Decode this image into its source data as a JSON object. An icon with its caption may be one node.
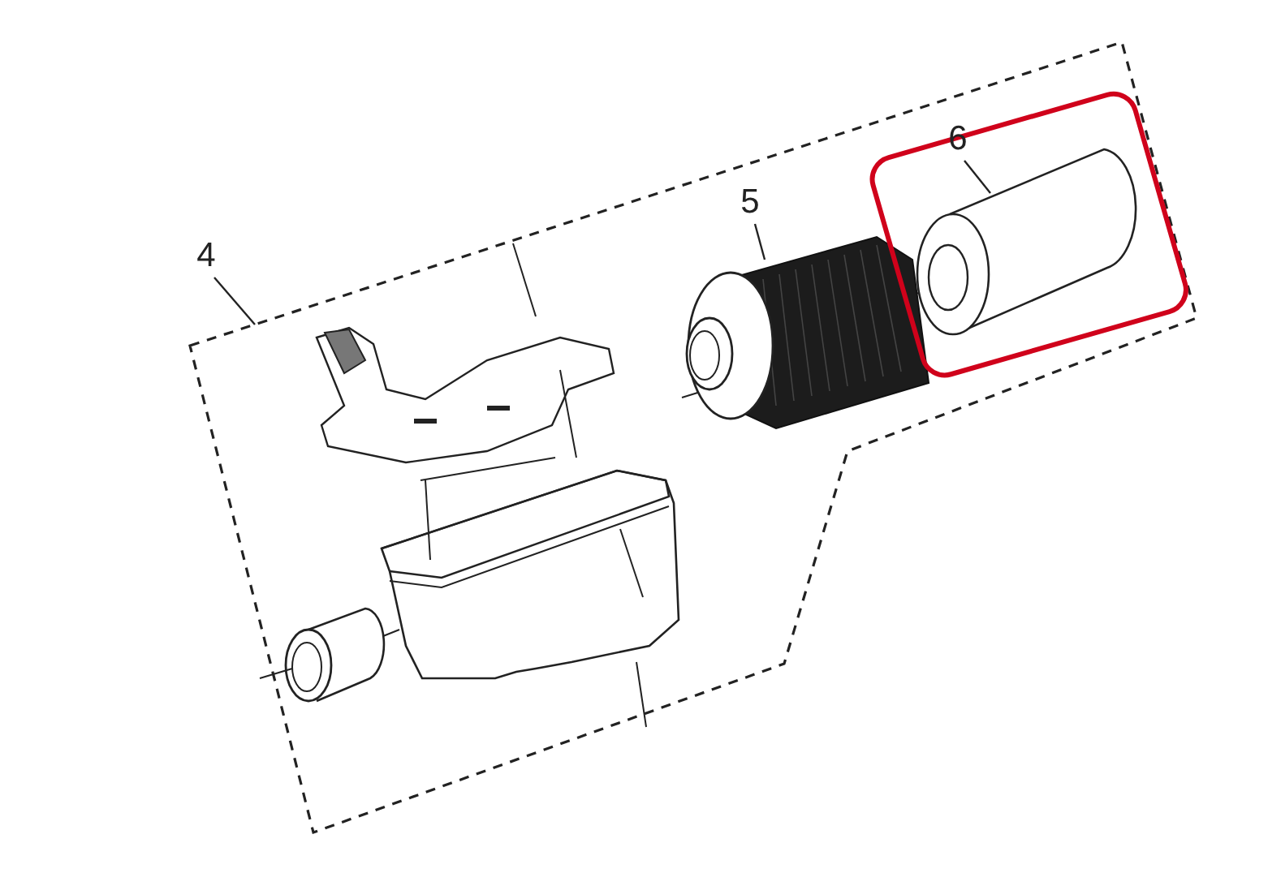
{
  "diagram": {
    "nodes": [
      {
        "text": [
          "4"
        ]
      },
      {
        "text": [],
        "shape": "box"
      },
      {
        "text": [
          "5"
        ],
        "in": 1
      },
      {
        "text": [],
        "shape": "picture",
        "in": 1
      },
      {
        "text": [],
        "shape": "box",
        "in": 1
      },
      {
        "text": [
          "6"
        ],
        "in": 4
      },
      {
        "text": [],
        "shape": "picture",
        "in": 4
      }
    ],
    "edges": [
      {
        "from": 0,
        "to": 1,
        "arrow": "none"
      },
      {
        "from": 2,
        "to": 3,
        "arrow": "none"
      },
      {
        "from": 5,
        "to": 6,
        "arrow": "none"
      }
    ]
  }
}
